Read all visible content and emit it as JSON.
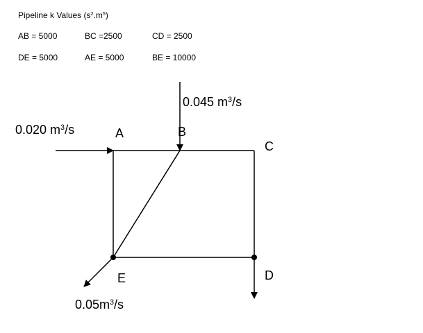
{
  "header": {
    "title_prefix": "Pipeline k Values (s",
    "title_exp1": "2",
    "title_mid": ".m",
    "title_exp2": "5",
    "title_suffix": ")"
  },
  "k_values": [
    {
      "text": "AB = 5000"
    },
    {
      "text": "BC =2500"
    },
    {
      "text": "CD = 2500"
    },
    {
      "text": "DE = 5000"
    },
    {
      "text": "AE = 5000"
    },
    {
      "text": "BE = 10000"
    }
  ],
  "flows": {
    "inflow_a": {
      "value": "0.020 m",
      "exp": "3",
      "unit": "/s"
    },
    "inflow_b": {
      "value": "0.045 m",
      "exp": "3",
      "unit": "/s"
    },
    "outflow_e": {
      "value": "0.05m",
      "exp": "3",
      "unit": "/s"
    }
  },
  "nodes": {
    "a": "A",
    "b": "B",
    "c": "C",
    "d": "D",
    "e": "E"
  }
}
